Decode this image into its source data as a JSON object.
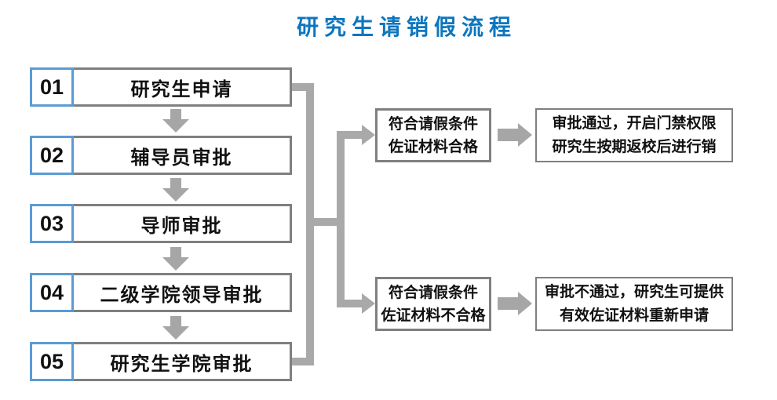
{
  "title": "研究生请销假流程",
  "colors": {
    "title_blue": "#0d76be",
    "step_number_border_blue": "#5b9bd5",
    "box_border_gray": "#7f7f7f",
    "connector_gray": "#a9a9a9",
    "arrow_gray": "#a6a6a6",
    "text_black": "#111111"
  },
  "steps": [
    {
      "num": "01",
      "label": "研究生申请"
    },
    {
      "num": "02",
      "label": "辅导员审批"
    },
    {
      "num": "03",
      "label": "导师审批"
    },
    {
      "num": "04",
      "label": "二级学院领导审批"
    },
    {
      "num": "05",
      "label": "研究生学院审批"
    }
  ],
  "branches": [
    {
      "condition_line1": "符合请假条件",
      "condition_line2": "佐证材料合格",
      "outcome_line1": "审批通过，开启门禁权限",
      "outcome_line2": "研究生按期返校后进行销"
    },
    {
      "condition_line1": "符合请假条件",
      "condition_line2": "佐证材料不合格",
      "outcome_line1": "审批不通过，研究生可提供",
      "outcome_line2": "有效佐证材料重新申请"
    }
  ]
}
